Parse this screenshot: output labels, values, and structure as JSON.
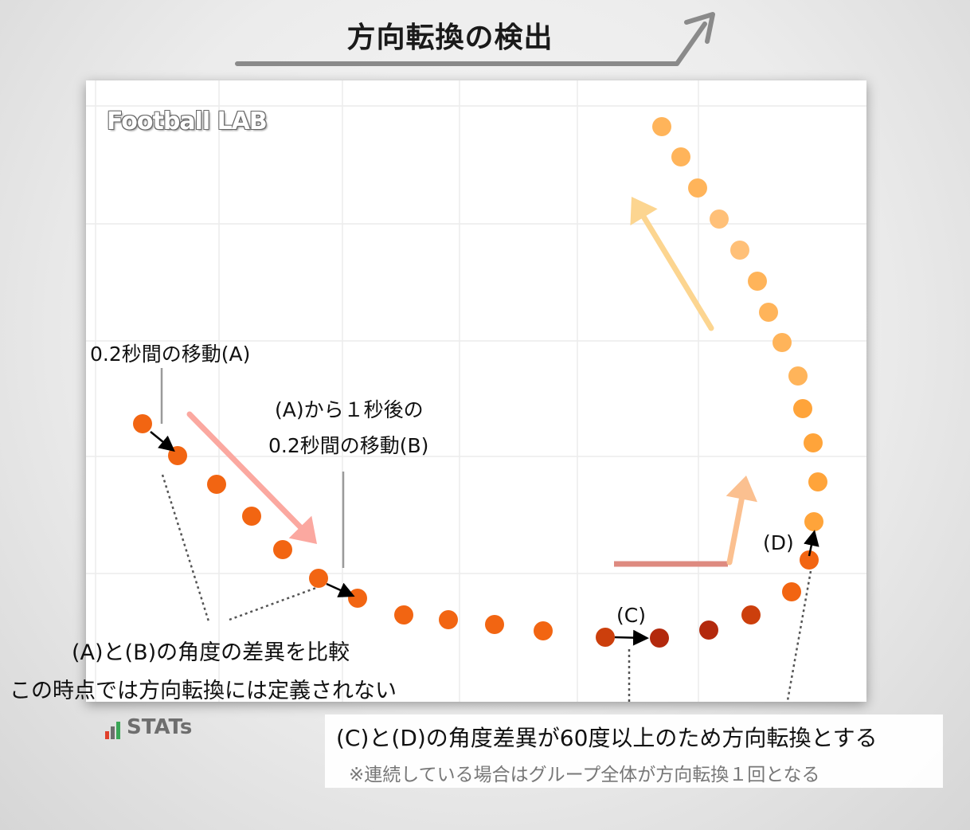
{
  "title": "方向転換の検出",
  "watermark": "Football LAB",
  "labels": {
    "movement_a": "0.2秒間の移動(A)",
    "after_1s_line1": "(A)から１秒後の",
    "after_1s_line2": "0.2秒間の移動(B)",
    "compare_line1": "(A)と(B)の角度の差異を比較",
    "compare_line2": "この時点では方向転換には定義されない",
    "point_c": "(C)",
    "point_d": "(D)"
  },
  "note": {
    "main": "(C)と(D)の角度差異が60度以上のため方向転換とする",
    "sub": "※連続している場合はグループ全体が方向転換１回となる"
  },
  "logo": "STATs",
  "colors": {
    "dots_orange": "#f26512",
    "dots_dark": "#b3290d",
    "dots_light": "#ffb45a",
    "arrow_pink": "#fba8a0",
    "arrow_yellow": "#fcd590",
    "arrow_peach": "#fbc090",
    "bar_salmon": "#de8a80"
  }
}
